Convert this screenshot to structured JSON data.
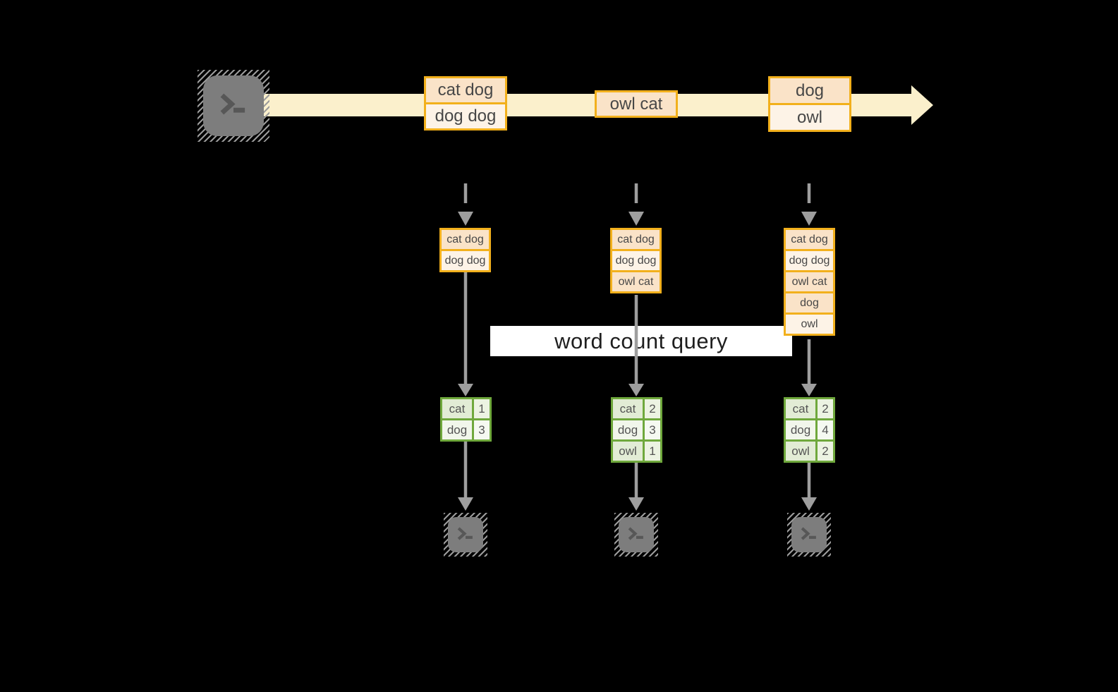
{
  "banner": {
    "label": "word count query"
  },
  "stream": {
    "source_icon": "terminal-icon",
    "batches": [
      {
        "lines": [
          "cat dog",
          "dog dog"
        ]
      },
      {
        "lines": [
          "owl cat"
        ]
      },
      {
        "lines": [
          "dog",
          "owl"
        ]
      }
    ]
  },
  "columns": [
    {
      "stack": [
        "cat dog",
        "dog dog"
      ],
      "counts": [
        {
          "word": "cat",
          "count": "1"
        },
        {
          "word": "dog",
          "count": "3"
        }
      ],
      "sink_icon": "terminal-icon"
    },
    {
      "stack": [
        "cat dog",
        "dog dog",
        "owl cat"
      ],
      "counts": [
        {
          "word": "cat",
          "count": "2"
        },
        {
          "word": "dog",
          "count": "3"
        },
        {
          "word": "owl",
          "count": "1"
        }
      ],
      "sink_icon": "terminal-icon"
    },
    {
      "stack": [
        "cat dog",
        "dog dog",
        "owl cat",
        "dog",
        "owl"
      ],
      "counts": [
        {
          "word": "cat",
          "count": "2"
        },
        {
          "word": "dog",
          "count": "4"
        },
        {
          "word": "owl",
          "count": "2"
        }
      ],
      "sink_icon": "terminal-icon"
    }
  ],
  "colors": {
    "background": "#000000",
    "stream_band": "#fbf0cc",
    "amber_border": "#f2b01c",
    "peach_fill": "#fae3c8",
    "cream_fill": "#fdf3e7",
    "green_border": "#6fa83c",
    "green_cell_dark": "#e2ecd5",
    "green_cell_light": "#f1f6eb",
    "arrow_gray": "#9e9e9e",
    "terminal_gray": "#7d7d7d",
    "banner_bg": "#ffffff",
    "text_dark": "#474747"
  }
}
